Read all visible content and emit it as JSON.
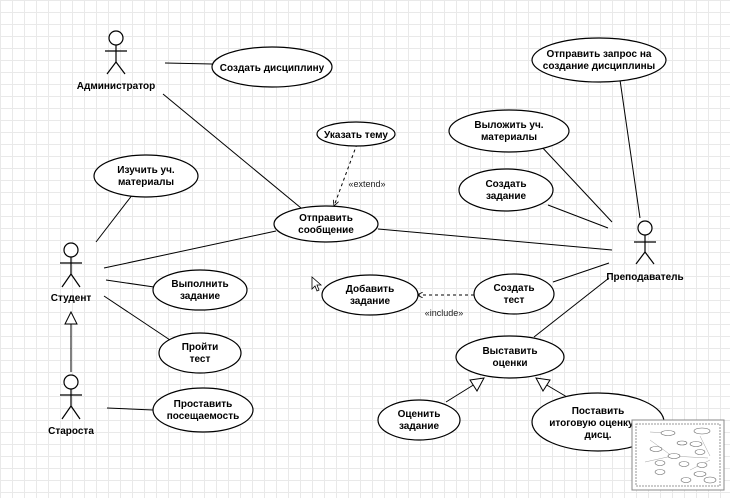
{
  "actors": [
    {
      "id": "admin",
      "label": "Администратор"
    },
    {
      "id": "student",
      "label": "Студент"
    },
    {
      "id": "starosta",
      "label": "Староста"
    },
    {
      "id": "teacher",
      "label": "Преподаватель"
    }
  ],
  "use_cases": [
    {
      "id": "create_discipline",
      "lines": [
        "Создать дисциплину"
      ]
    },
    {
      "id": "request_discipline",
      "lines": [
        "Отправить запрос на",
        "создание дисциплины"
      ]
    },
    {
      "id": "specify_topic",
      "lines": [
        "Указать тему"
      ]
    },
    {
      "id": "upload_materials",
      "lines": [
        "Выложить уч.",
        "материалы"
      ]
    },
    {
      "id": "study_materials",
      "lines": [
        "Изучить уч.",
        "материалы"
      ]
    },
    {
      "id": "create_assignment",
      "lines": [
        "Создать",
        "задание"
      ]
    },
    {
      "id": "send_message",
      "lines": [
        "Отправить",
        "сообщение"
      ]
    },
    {
      "id": "complete_assignment",
      "lines": [
        "Выполнить",
        "задание"
      ]
    },
    {
      "id": "add_assignment",
      "lines": [
        "Добавить",
        "задание"
      ]
    },
    {
      "id": "create_test",
      "lines": [
        "Создать",
        "тест"
      ]
    },
    {
      "id": "take_test",
      "lines": [
        "Пройти",
        "тест"
      ]
    },
    {
      "id": "grade",
      "lines": [
        "Выставить",
        "оценки"
      ]
    },
    {
      "id": "mark_attendance",
      "lines": [
        "Проставить",
        "посещаемость"
      ]
    },
    {
      "id": "evaluate_assignment",
      "lines": [
        "Оценить",
        "задание"
      ]
    },
    {
      "id": "final_grade",
      "lines": [
        "Поставить",
        "итоговую оценку за",
        "дисц."
      ]
    }
  ],
  "relations": [
    {
      "from": "admin",
      "to": "create_discipline",
      "kind": "association"
    },
    {
      "from": "admin",
      "to": "send_message",
      "kind": "association"
    },
    {
      "from": "teacher",
      "to": "request_discipline",
      "kind": "association"
    },
    {
      "from": "teacher",
      "to": "upload_materials",
      "kind": "association"
    },
    {
      "from": "teacher",
      "to": "create_assignment",
      "kind": "association"
    },
    {
      "from": "teacher",
      "to": "send_message",
      "kind": "association"
    },
    {
      "from": "teacher",
      "to": "create_test",
      "kind": "association"
    },
    {
      "from": "teacher",
      "to": "grade",
      "kind": "association"
    },
    {
      "from": "student",
      "to": "study_materials",
      "kind": "association"
    },
    {
      "from": "student",
      "to": "send_message",
      "kind": "association"
    },
    {
      "from": "student",
      "to": "complete_assignment",
      "kind": "association"
    },
    {
      "from": "student",
      "to": "take_test",
      "kind": "association"
    },
    {
      "from": "starosta",
      "to": "mark_attendance",
      "kind": "association"
    },
    {
      "from": "starosta",
      "to": "student",
      "kind": "generalization"
    },
    {
      "from": "specify_topic",
      "to": "send_message",
      "kind": "extend",
      "label": "«extend»"
    },
    {
      "from": "create_test",
      "to": "add_assignment",
      "kind": "include",
      "label": "«include»"
    },
    {
      "from": "evaluate_assignment",
      "to": "grade",
      "kind": "generalization"
    },
    {
      "from": "final_grade",
      "to": "grade",
      "kind": "generalization"
    }
  ]
}
